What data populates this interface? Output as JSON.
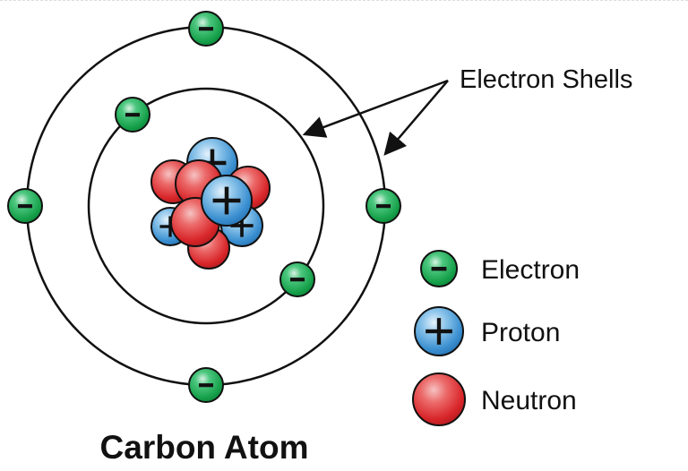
{
  "diagram": {
    "title": "Carbon Atom",
    "shells_label": "Electron Shells",
    "legend": [
      {
        "label": "Electron",
        "symbol": "−",
        "color": "#1aa34a"
      },
      {
        "label": "Proton",
        "symbol": "+",
        "color": "#3a8fd0"
      },
      {
        "label": "Neutron",
        "symbol": "",
        "color": "#d8262a"
      }
    ],
    "electron_sign": "−",
    "proton_sign": "+"
  }
}
